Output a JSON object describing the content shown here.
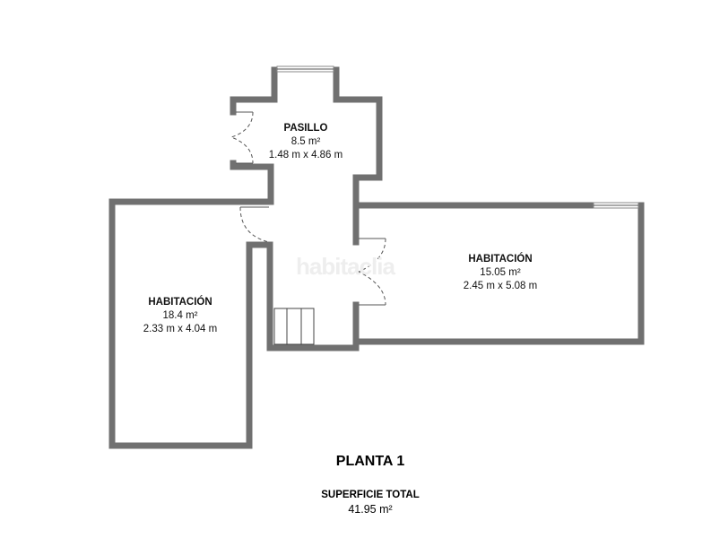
{
  "rooms": [
    {
      "name": "PASILLO",
      "area": "8.5 m²",
      "dims": "1.48 m x 4.86 m"
    },
    {
      "name": "HABITACIÓN",
      "area": "15.05 m²",
      "dims": "2.45 m x 5.08 m"
    },
    {
      "name": "HABITACIÓN",
      "area": "18.4 m²",
      "dims": "2.33 m x 4.04 m"
    }
  ],
  "watermark": "habitaclia",
  "floor_title": "PLANTA 1",
  "total": {
    "label": "SUPERFICIE TOTAL",
    "value": "41.95 m²"
  },
  "colors": {
    "wall": "#707070"
  }
}
